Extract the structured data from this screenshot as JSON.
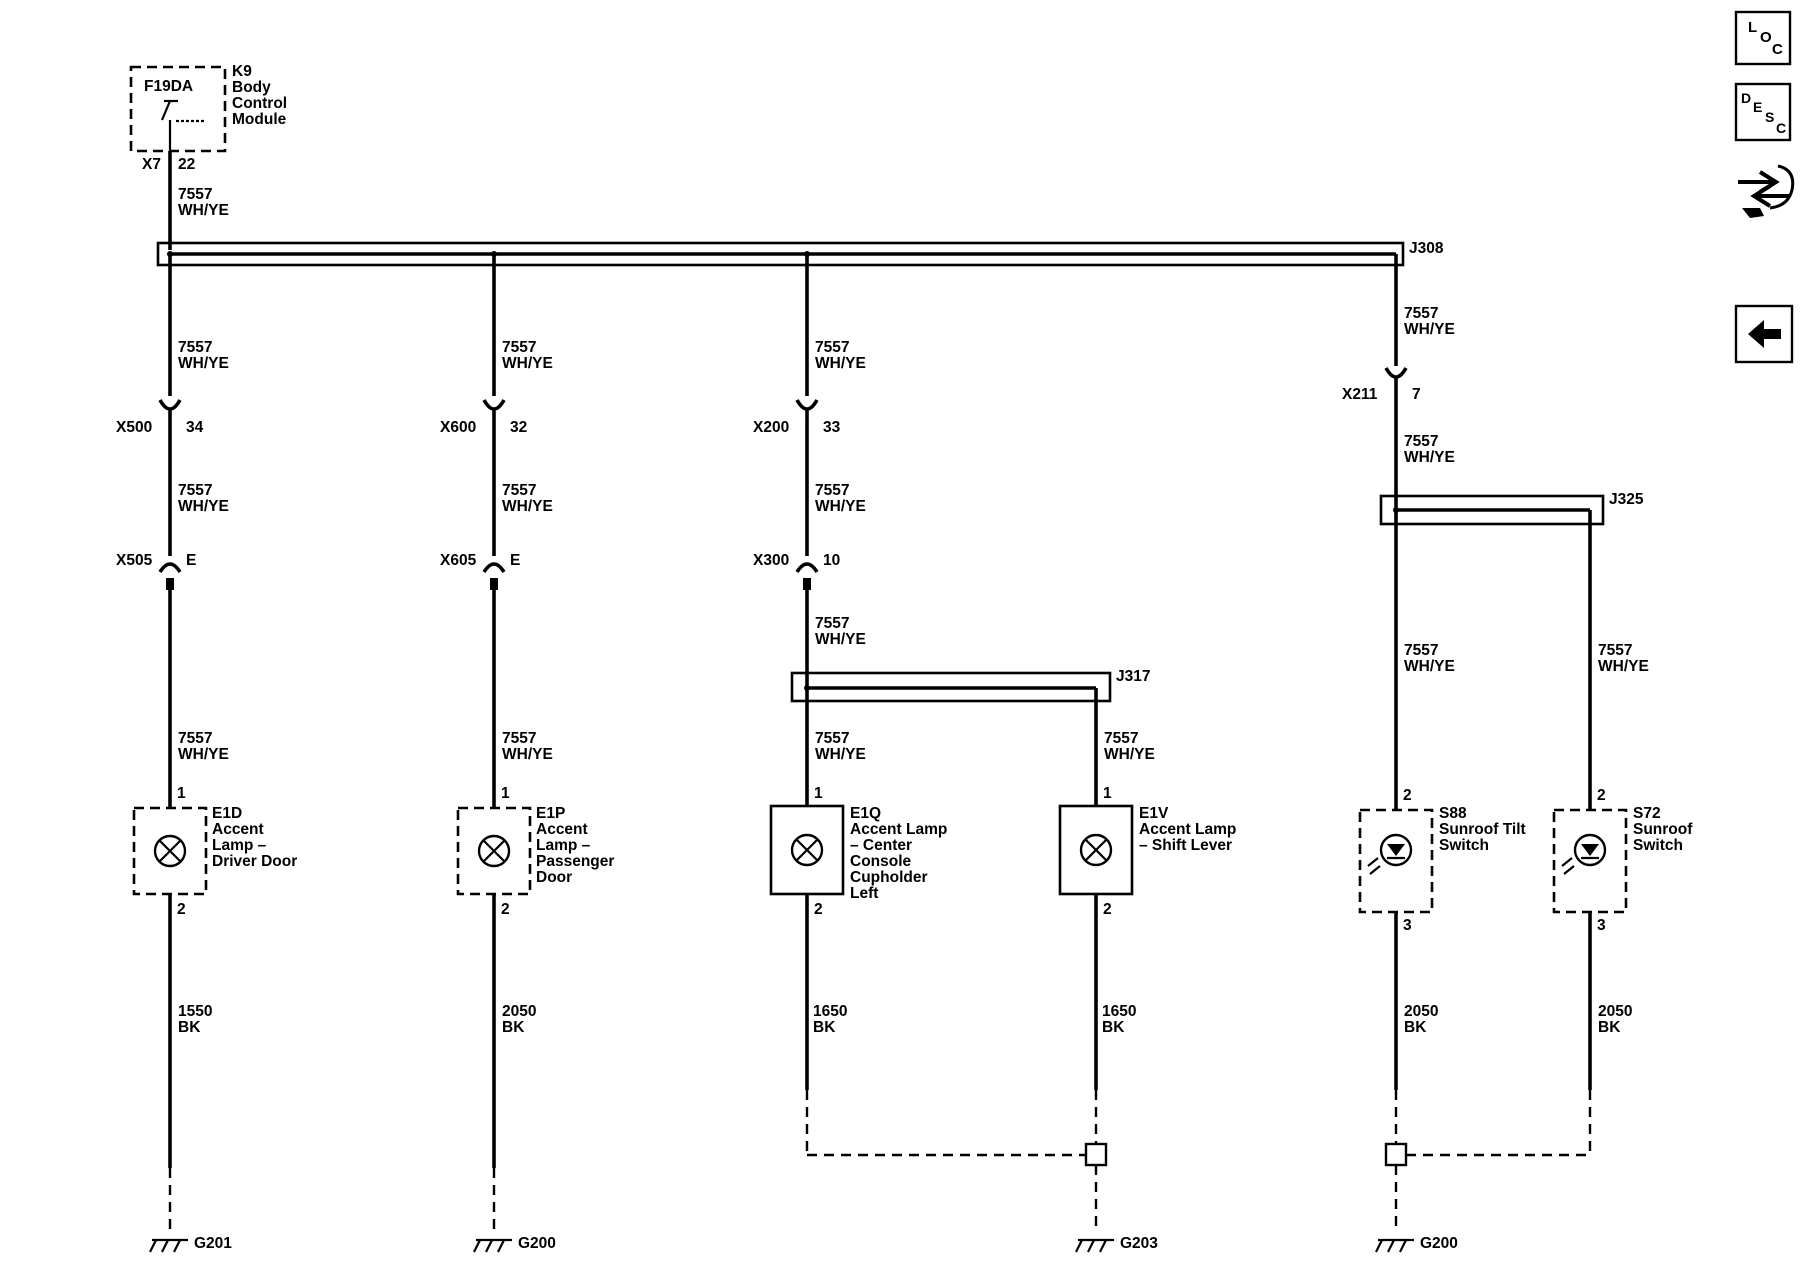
{
  "module": {
    "fuse": "F19DA",
    "name_lines": [
      "K9",
      "Body",
      "Control",
      "Module"
    ],
    "connector": "X7",
    "pin": "22"
  },
  "wire_top": {
    "circuit": "7557",
    "color": "WH/YE"
  },
  "splices": {
    "main": "J308",
    "console": "J317",
    "roof": "J325"
  },
  "branches": [
    {
      "wire_upper": {
        "circuit": "7557",
        "color": "WH/YE"
      },
      "conn1": {
        "name": "X500",
        "pin": "34"
      },
      "wire_mid": {
        "circuit": "7557",
        "color": "WH/YE"
      },
      "conn2": {
        "name": "X505",
        "pin": "E"
      },
      "wire_lamp": {
        "circuit": "7557",
        "color": "WH/YE"
      },
      "device": {
        "id": "E1D",
        "name_lines": [
          "Accent",
          "Lamp –",
          "Driver Door"
        ],
        "pin_top": "1",
        "pin_bottom": "2"
      },
      "wire_ground": {
        "circuit": "1550",
        "color": "BK"
      },
      "ground": "G201"
    },
    {
      "wire_upper": {
        "circuit": "7557",
        "color": "WH/YE"
      },
      "conn1": {
        "name": "X600",
        "pin": "32"
      },
      "wire_mid": {
        "circuit": "7557",
        "color": "WH/YE"
      },
      "conn2": {
        "name": "X605",
        "pin": "E"
      },
      "wire_lamp": {
        "circuit": "7557",
        "color": "WH/YE"
      },
      "device": {
        "id": "E1P",
        "name_lines": [
          "Accent",
          "Lamp –",
          "Passenger",
          "Door"
        ],
        "pin_top": "1",
        "pin_bottom": "2"
      },
      "wire_ground": {
        "circuit": "2050",
        "color": "BK"
      },
      "ground": "G200"
    },
    {
      "wire_upper": {
        "circuit": "7557",
        "color": "WH/YE"
      },
      "conn1": {
        "name": "X200",
        "pin": "33"
      },
      "wire_mid": {
        "circuit": "7557",
        "color": "WH/YE"
      },
      "conn2": {
        "name": "X300",
        "pin": "10"
      },
      "wire_splice": {
        "circuit": "7557",
        "color": "WH/YE"
      },
      "lamp_left": {
        "wire": {
          "circuit": "7557",
          "color": "WH/YE"
        },
        "device": {
          "id": "E1Q",
          "name_lines": [
            "Accent Lamp",
            "– Center",
            "Console",
            "Cupholder",
            "Left"
          ],
          "pin_top": "1",
          "pin_bottom": "2"
        },
        "wire_ground": {
          "circuit": "1650",
          "color": "BK"
        }
      },
      "lamp_right": {
        "wire": {
          "circuit": "7557",
          "color": "WH/YE"
        },
        "device": {
          "id": "E1V",
          "name_lines": [
            "Accent Lamp",
            "– Shift Lever"
          ],
          "pin_top": "1",
          "pin_bottom": "2"
        },
        "wire_ground": {
          "circuit": "1650",
          "color": "BK"
        }
      },
      "ground": "G203"
    },
    {
      "wire_upper": {
        "circuit": "7557",
        "color": "WH/YE"
      },
      "conn1": {
        "name": "X211",
        "pin": "7"
      },
      "wire_mid": {
        "circuit": "7557",
        "color": "WH/YE"
      },
      "switch_left": {
        "wire": {
          "circuit": "7557",
          "color": "WH/YE"
        },
        "device": {
          "id": "S88",
          "name_lines": [
            "Sunroof Tilt",
            "Switch"
          ],
          "pin_top": "2",
          "pin_bottom": "3"
        },
        "wire_ground": {
          "circuit": "2050",
          "color": "BK"
        }
      },
      "switch_right": {
        "wire": {
          "circuit": "7557",
          "color": "WH/YE"
        },
        "device": {
          "id": "S72",
          "name_lines": [
            "Sunroof",
            "Switch"
          ],
          "pin_top": "2",
          "pin_bottom": "3"
        },
        "wire_ground": {
          "circuit": "2050",
          "color": "BK"
        }
      },
      "ground": "G200"
    }
  ],
  "nav": {
    "loc": {
      "letters": [
        "L",
        "O",
        "C"
      ]
    },
    "desc": {
      "letters": [
        "D",
        "E",
        "S",
        "C"
      ]
    },
    "connector_icon": "connector-tools-icon",
    "back_icon": "back-arrow-icon"
  }
}
